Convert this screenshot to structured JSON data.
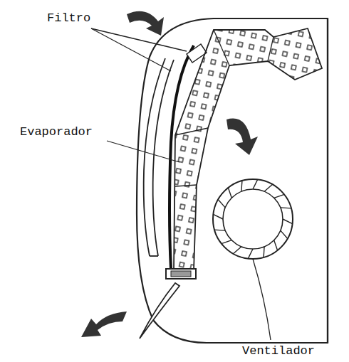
{
  "diagram": {
    "labels": [
      "Filtro",
      "Evaporador",
      "Ventilador"
    ]
  }
}
